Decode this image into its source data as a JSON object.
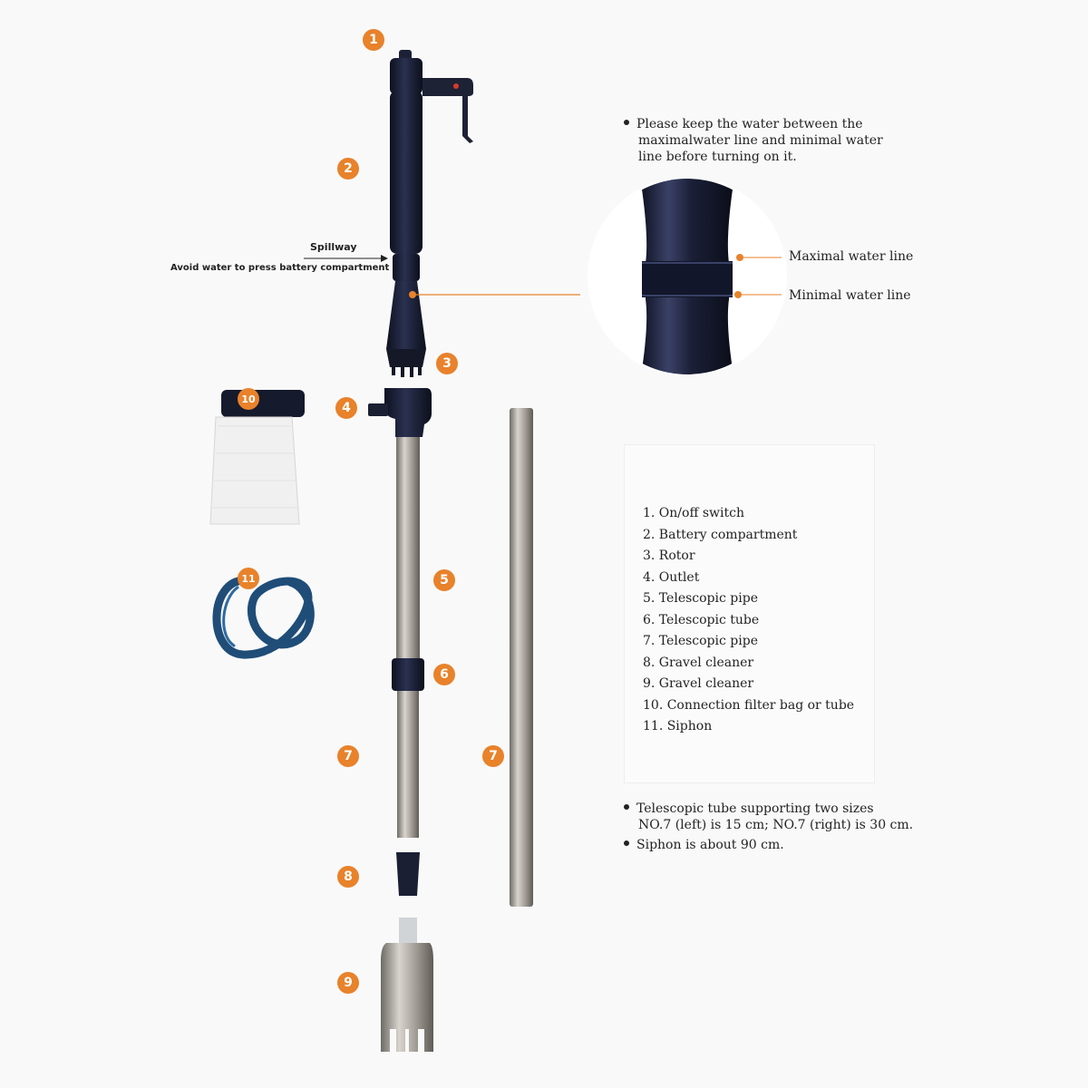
{
  "badges": [
    "1",
    "2",
    "3",
    "4",
    "5",
    "6",
    "7",
    "7",
    "8",
    "9",
    "10",
    "11"
  ],
  "spillway": {
    "label": "Spillway",
    "note": "Avoid water to press battery compartment"
  },
  "top_note": {
    "line1": "Please keep the water between the",
    "line2": "maximalwater line and minimal water",
    "line3": "line before turning on it."
  },
  "water_lines": {
    "max": "Maximal water line",
    "min": "Minimal water line"
  },
  "legend": [
    "1. On/off switch",
    "2. Battery compartment",
    "3. Rotor",
    "4. Outlet",
    "5. Telescopic pipe",
    "6. Telescopic tube",
    "7. Telescopic pipe",
    "8. Gravel cleaner",
    "9. Gravel cleaner",
    "10. Connection filter bag or tube",
    "11. Siphon"
  ],
  "bottom_notes": {
    "note1_line1": "Telescopic tube supporting two sizes",
    "note1_line2": "NO.7 (left) is 15 cm; NO.7 (right) is 30 cm.",
    "note2": "Siphon is about 90 cm."
  },
  "colors": {
    "badge": "#e8822b",
    "pump_body": "#1a1f33",
    "metal": "#a9a39b",
    "filter_bag": "#f2f2f2",
    "hose": "#1f4d78"
  }
}
